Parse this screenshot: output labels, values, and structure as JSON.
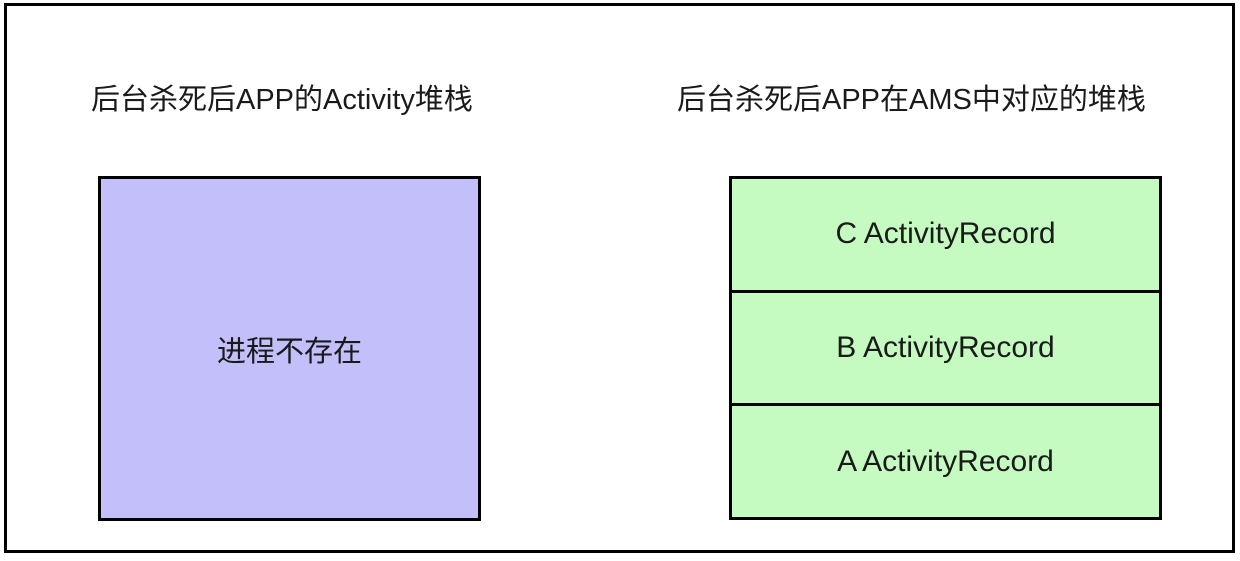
{
  "diagram": {
    "frame": {
      "border_color": "#000000",
      "background": "#ffffff"
    },
    "panels": [
      {
        "id": "app-activity-stack",
        "title": "后台杀死后APP的Activity堆栈",
        "box": {
          "fill_color": "#c3bffb",
          "border_color": "#000000",
          "label": "进程不存在"
        }
      },
      {
        "id": "ams-activity-record-stack",
        "title": "后台杀死后APP在AMS中对应的堆栈",
        "box": {
          "fill_color": "#c5fbc1",
          "border_color": "#000000",
          "rows": [
            {
              "label": "C ActivityRecord"
            },
            {
              "label": "B ActivityRecord"
            },
            {
              "label": "A ActivityRecord"
            }
          ]
        }
      }
    ]
  }
}
